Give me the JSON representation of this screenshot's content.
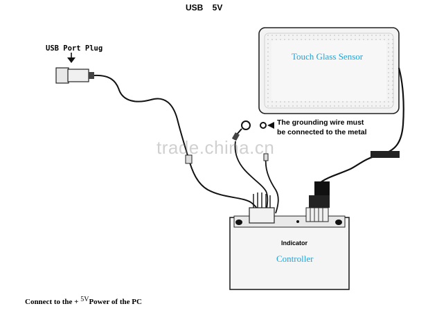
{
  "title": "USB    5V",
  "labels": {
    "usb_plug": "USB Port Plug",
    "sensor": "Touch Glass Sensor",
    "ground_line1": "The grounding wire must",
    "ground_line2": "be connected to the metal",
    "indicator": "Indicator",
    "controller": "Controller",
    "footer_pre": "Connect to the +",
    "footer_volt": "5V",
    "footer_post": "Power of the PC"
  },
  "watermark": "trade.china.cn",
  "colors": {
    "sensor_text": "#1fa3d8",
    "controller_text": "#1fa3d8",
    "ink": "#111111",
    "panel_fill": "#f2f2f2"
  }
}
